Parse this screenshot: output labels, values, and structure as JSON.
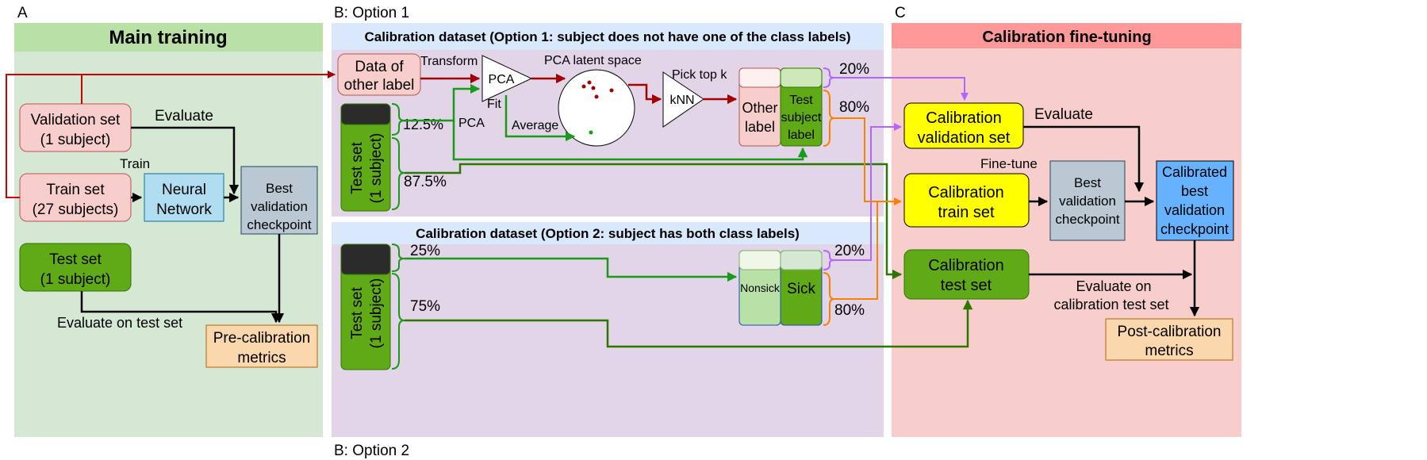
{
  "sections": {
    "a": {
      "letter": "A",
      "title": "Main training"
    },
    "b1": {
      "letter": "B: Option 1",
      "title": "Calibration dataset (Option 1: subject does not have one of the class labels)"
    },
    "b2": {
      "letter": "B: Option 2",
      "title": "Calibration dataset (Option 2: subject has both class labels)"
    },
    "c": {
      "letter": "C",
      "title": "Calibration fine-tuning"
    }
  },
  "main_training": {
    "validation_set": [
      "Validation set",
      "(1 subject)"
    ],
    "train_set": [
      "Train set",
      "(27 subjects)"
    ],
    "neural_network": [
      "Neural",
      "Network"
    ],
    "best_checkpoint": [
      "Best",
      "validation",
      "checkpoint"
    ],
    "test_set": [
      "Test set",
      "(1 subject)"
    ],
    "pre_metrics": [
      "Pre-calibration",
      "metrics"
    ],
    "label_evaluate": "Evaluate",
    "label_train": "Train",
    "label_eval_test": "Evaluate on test set"
  },
  "option1": {
    "data_other": [
      "Data of",
      "other label"
    ],
    "transform": "Transform",
    "pca": "PCA",
    "fit_pca": [
      "Fit",
      "PCA"
    ],
    "latent": "PCA latent space",
    "average": "Average",
    "pick_topk": "Pick top k",
    "knn": "kNN",
    "other_label": [
      "Other",
      "label"
    ],
    "test_subject_label": [
      "Test",
      "subject",
      "label"
    ],
    "pct_20": "20%",
    "pct_80": "80%",
    "test_set": [
      "Test set",
      "(1 subject)"
    ],
    "pct_12": "12.5%",
    "pct_87": "87.5%"
  },
  "option2": {
    "test_set": [
      "Test set",
      "(1 subject)"
    ],
    "pct_25": "25%",
    "pct_75": "75%",
    "nonsick": "Nonsick",
    "sick": "Sick",
    "pct_20": "20%",
    "pct_80": "80%"
  },
  "fine_tuning": {
    "cal_val": [
      "Calibration",
      "validation set"
    ],
    "cal_train": [
      "Calibration",
      "train set"
    ],
    "cal_test": [
      "Calibration",
      "test set"
    ],
    "best_checkpoint": [
      "Best",
      "validation",
      "checkpoint"
    ],
    "calibrated": [
      "Calibrated",
      "best",
      "validation",
      "checkpoint"
    ],
    "post_metrics": [
      "Post-calibration",
      "metrics"
    ],
    "label_evaluate": "Evaluate",
    "label_finetune": "Fine-tune",
    "label_eval_cal": [
      "Evaluate on",
      "calibration test set"
    ]
  },
  "colors": {
    "green_bg": "#d5e8d4",
    "green_header": "#b9e0a5",
    "purple_bg": "#e1d5e7",
    "blue_header": "#dae8fc",
    "red_bg": "#f8cecc",
    "red_header": "#ff9999",
    "pink_box": "#f8cecc",
    "blue_box": "#b1ddf0",
    "gray_box": "#bac8d3",
    "orange_box": "#fad7ac",
    "dark_green": "#60a917",
    "yellow": "#ffff00",
    "bright_blue": "#66b2ff",
    "arrow_red": "#a50000",
    "arrow_green": "#1a9a1a",
    "arrow_dgreen": "#2d7600",
    "arrow_purple": "#b266ff",
    "arrow_orange": "#ff8000"
  }
}
